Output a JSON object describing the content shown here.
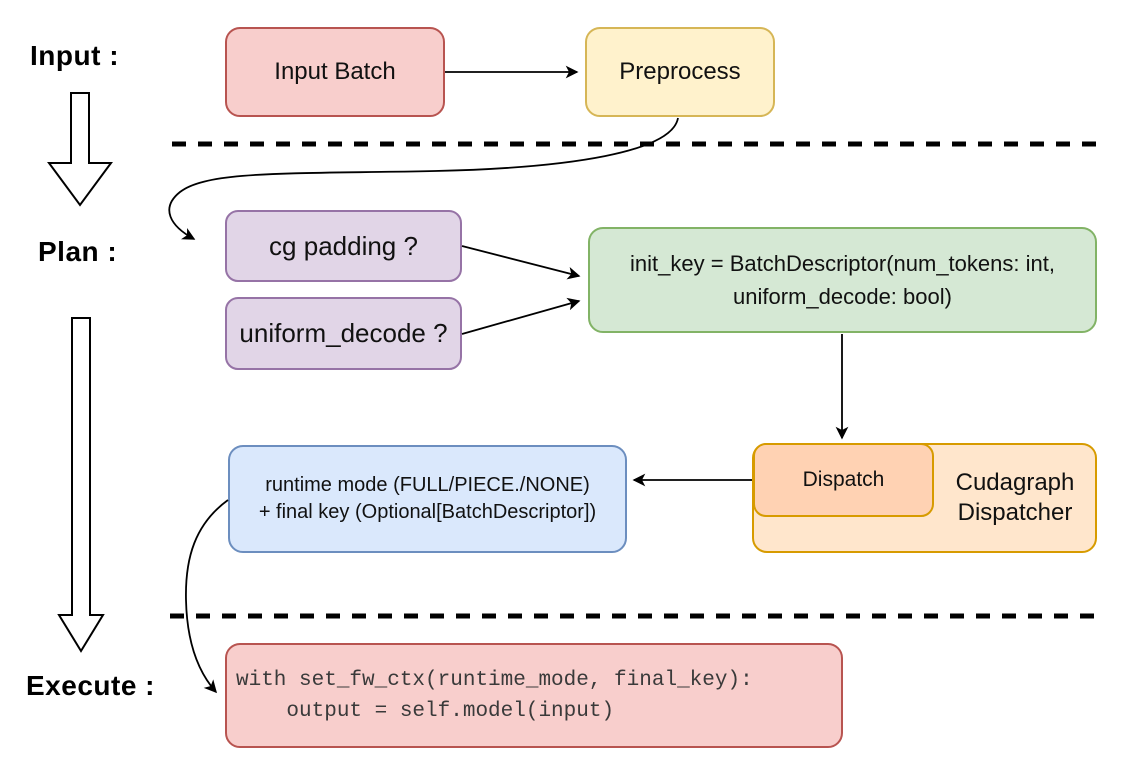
{
  "labels": {
    "input": "Input :",
    "plan": "Plan :",
    "execute": "Execute :"
  },
  "nodes": {
    "input_batch": {
      "label": "Input Batch",
      "fill": "#f8cecc",
      "border": "#b85450"
    },
    "preprocess": {
      "label": "Preprocess",
      "fill": "#fff2cc",
      "border": "#d6b656"
    },
    "cg_padding": {
      "label": "cg padding ?",
      "fill": "#e1d5e7",
      "border": "#9673a6"
    },
    "uniform_decode": {
      "label": "uniform_decode ?",
      "fill": "#e1d5e7",
      "border": "#9673a6"
    },
    "init_key": {
      "line1": "init_key = BatchDescriptor(num_tokens: int,",
      "line2": "uniform_decode: bool)",
      "fill": "#d5e8d4",
      "border": "#82b366"
    },
    "dispatch": {
      "label": "Dispatch",
      "fill": "#ffd2b3",
      "border": "#d79b00"
    },
    "cudagraph_dispatcher": {
      "line1": "Cudagraph",
      "line2": "Dispatcher",
      "fill": "#ffe6cc",
      "border": "#d79b00"
    },
    "runtime_result": {
      "line1": "runtime mode (FULL/PIECE./NONE)",
      "line2": "+ final key (Optional[BatchDescriptor])",
      "fill": "#dae8fc",
      "border": "#6c8ebf"
    },
    "execute_code": {
      "line1": "with set_fw_ctx(runtime_mode, final_key):",
      "line2": "    output = self.model(input)",
      "fill": "#f8cecc",
      "border": "#b85450"
    }
  }
}
